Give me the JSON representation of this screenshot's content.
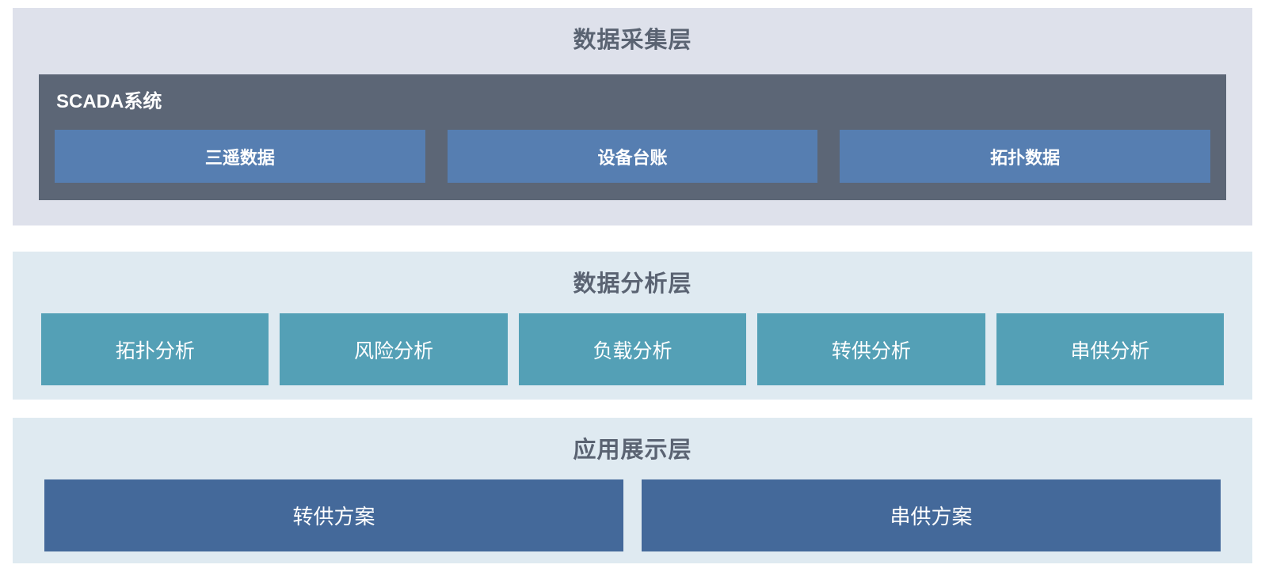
{
  "colors": {
    "page_bg": "#ffffff",
    "collection_panel_bg": "#dee1eb",
    "analysis_panel_bg": "#dfeaf1",
    "application_panel_bg": "#dfeaf1",
    "scada_container_bg": "#5c6676",
    "collection_box_bg": "#567eb1",
    "analysis_box_bg": "#54a0b6",
    "application_box_bg": "#44699a",
    "layer_title_color": "#5a6372",
    "box_text_color": "#ffffff"
  },
  "layers": {
    "collection": {
      "title": "数据采集层",
      "scada": {
        "label": "SCADA系统",
        "boxes": [
          "三遥数据",
          "设备台账",
          "拓扑数据"
        ]
      }
    },
    "analysis": {
      "title": "数据分析层",
      "boxes": [
        "拓扑分析",
        "风险分析",
        "负载分析",
        "转供分析",
        "串供分析"
      ]
    },
    "application": {
      "title": "应用展示层",
      "boxes": [
        "转供方案",
        "串供方案"
      ]
    }
  }
}
